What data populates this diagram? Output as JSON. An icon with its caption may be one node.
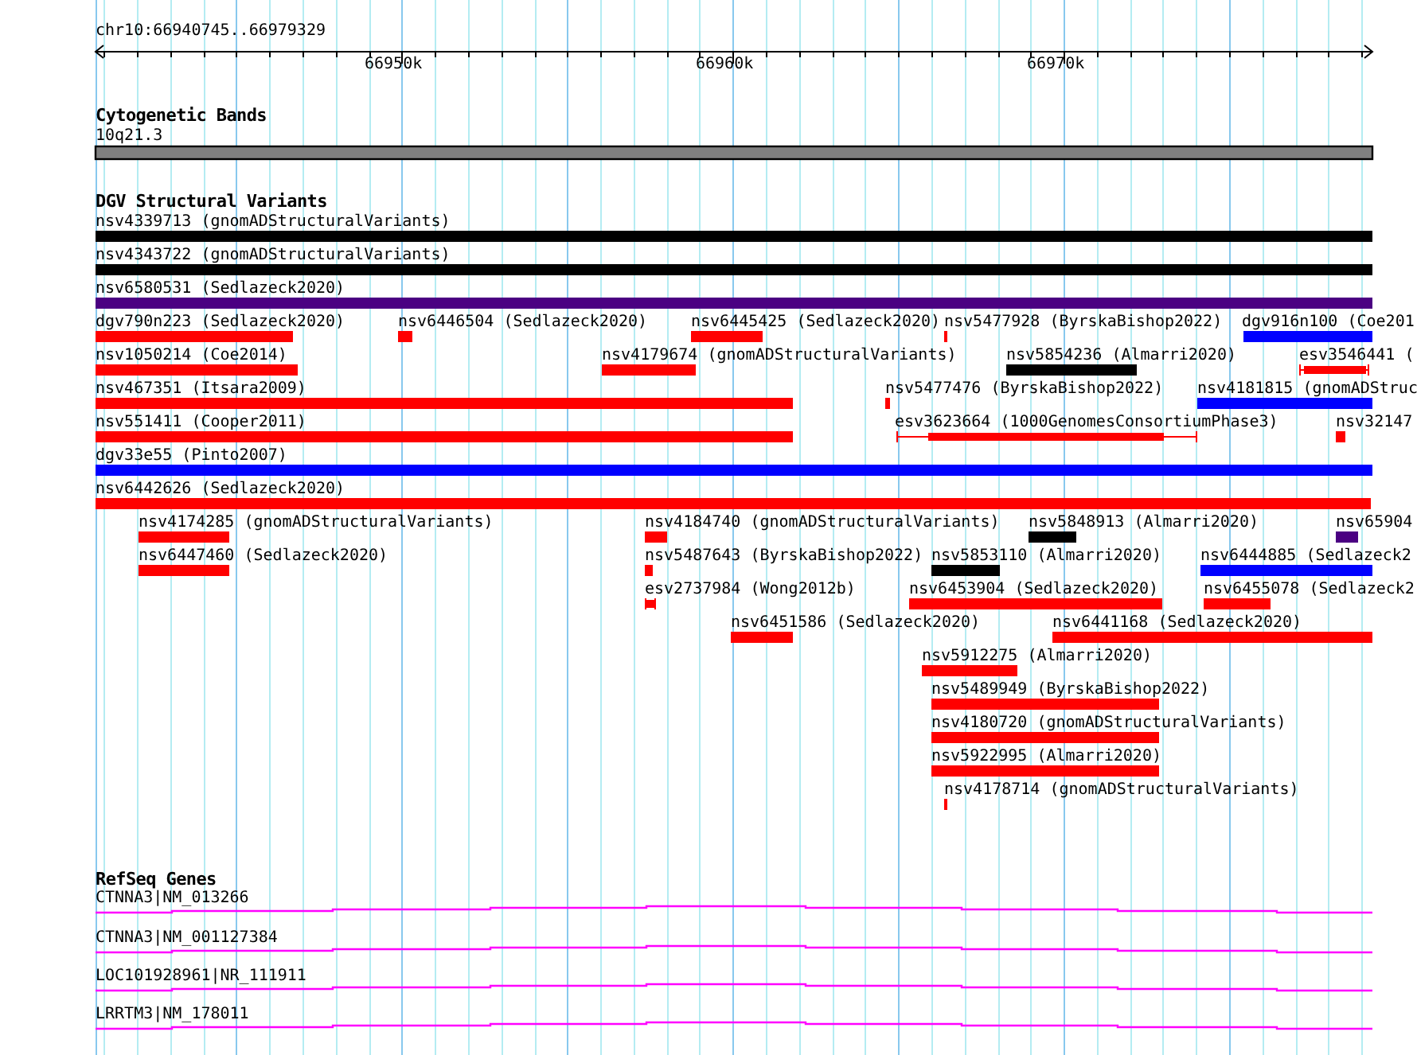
{
  "diagram": {
    "labels": [
      "chr10:66940745..66979329",
      "66950k",
      "66960k",
      "66970k",
      "Cytogenetic Bands",
      "10q21.3",
      "DGV Structural Variants",
      "nsv4339713 (gnomADStructuralVariants)",
      "nsv4343722 (gnomADStructuralVariants)",
      "nsv6580531 (Sedlazeck2020)",
      "dgv790n223 (Sedlazeck2020)",
      "nsv6446504 (Sedlazeck2020)",
      "nsv6445425 (Sedlazeck2020)",
      "nsv5477928 (ByrskaBishop2022)",
      "dgv916n100 (Coe201",
      "nsv1050214 (Coe2014)",
      "nsv4179674 (gnomADStructuralVariants)",
      "nsv5854236 (Almarri2020)",
      "esv3546441 (",
      "nsv467351 (Itsara2009)",
      "nsv5477476 (ByrskaBishop2022)",
      "nsv4181815 (gnomADStruc",
      "nsv551411 (Cooper2011)",
      "esv3623664 (1000GenomesConsortiumPhase3)",
      "nsv32147",
      "dgv33e55 (Pinto2007)",
      "nsv6442626 (Sedlazeck2020)",
      "nsv4174285 (gnomADStructuralVariants)",
      "nsv4184740 (gnomADStructuralVariants)",
      "nsv5848913 (Almarri2020)",
      "nsv65904",
      "nsv6447460 (Sedlazeck2020)",
      "nsv5487643 (ByrskaBishop2022)",
      "nsv5853110 (Almarri2020)",
      "nsv6444885 (Sedlazeck2",
      "esv2737984 (Wong2012b)",
      "nsv6453904 (Sedlazeck2020)",
      "nsv6455078 (Sedlazeck2",
      "nsv6451586 (Sedlazeck2020)",
      "nsv6441168 (Sedlazeck2020)",
      "nsv5912275 (Almarri2020)",
      "nsv5489949 (ByrskaBishop2022)",
      "nsv4180720 (gnomADStructuralVariants)",
      "nsv5922995 (Almarri2020)",
      "nsv4178714 (gnomADStructuralVariants)",
      "RefSeq Genes",
      "CTNNA3|NM_013266",
      "CTNNA3|NM_001127384",
      "LOC101928961|NR_111911",
      "LRRTM3|NM_178011"
    ]
  }
}
